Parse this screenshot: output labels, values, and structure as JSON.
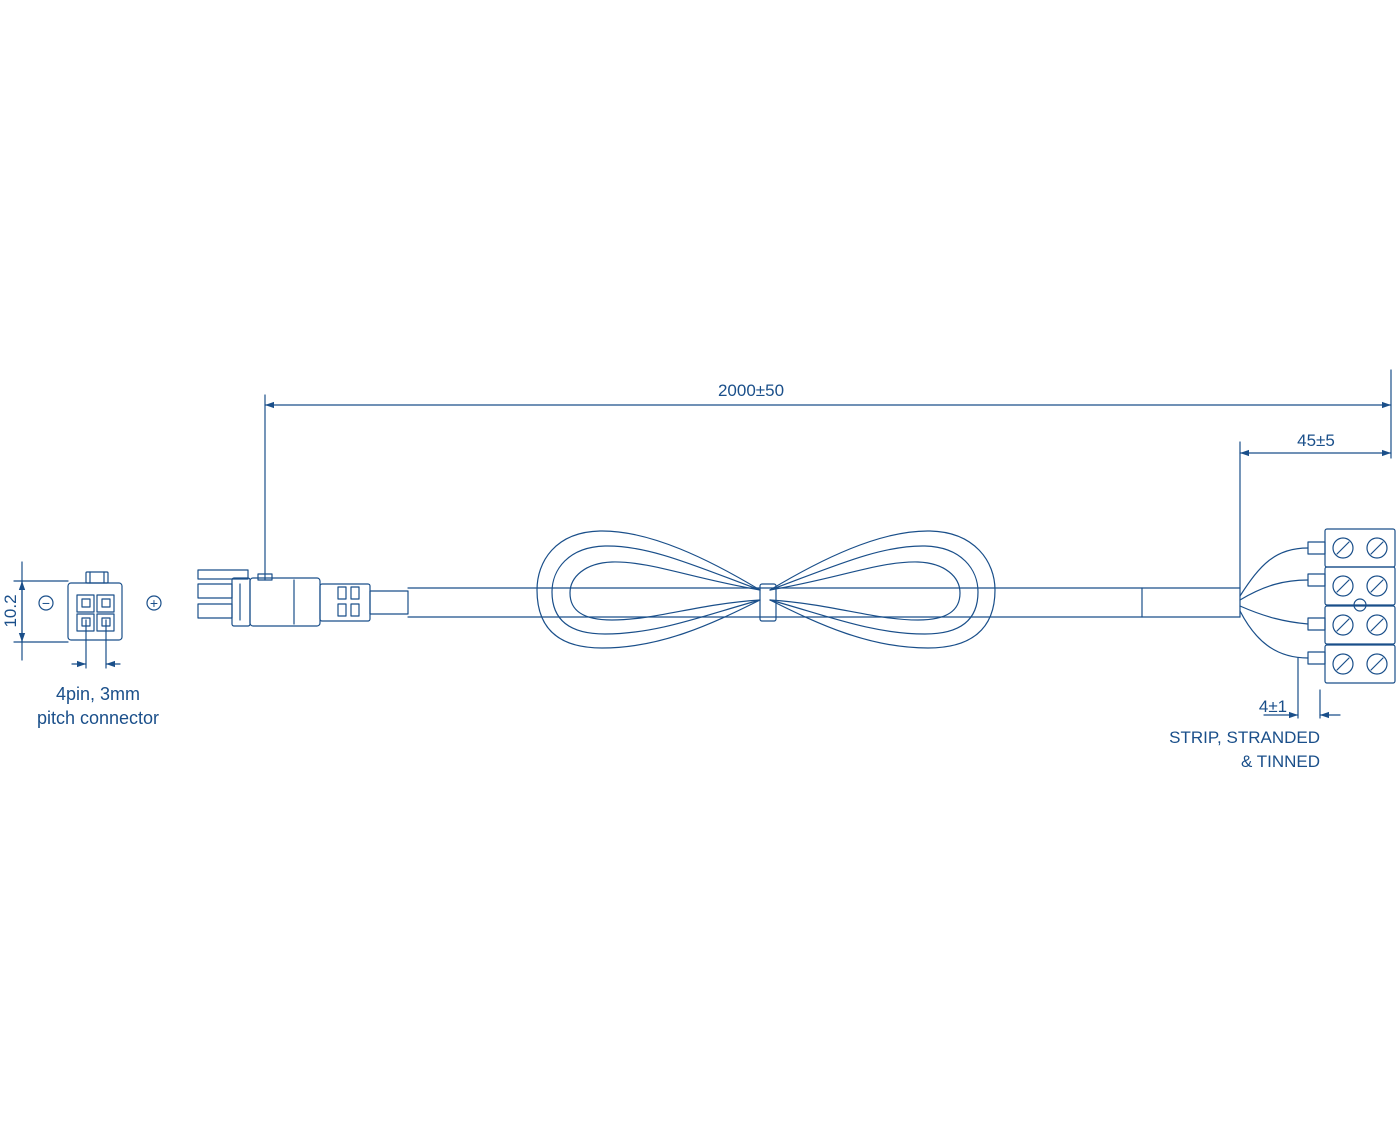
{
  "colors": {
    "line": "#1a4f8a",
    "text": "#1a4f8a",
    "background": "#ffffff"
  },
  "dimensions": {
    "overall_length": "2000±50",
    "strip_length": "45±5",
    "terminal_strip": "4±1",
    "connector_height": "10.2"
  },
  "labels": {
    "connector_line1": "4pin, 3mm",
    "connector_line2": "pitch connector",
    "strip_line1": "STRIP, STRANDED",
    "strip_line2": "& TINNED"
  },
  "symbols": {
    "minus": "−",
    "plus": "+"
  }
}
